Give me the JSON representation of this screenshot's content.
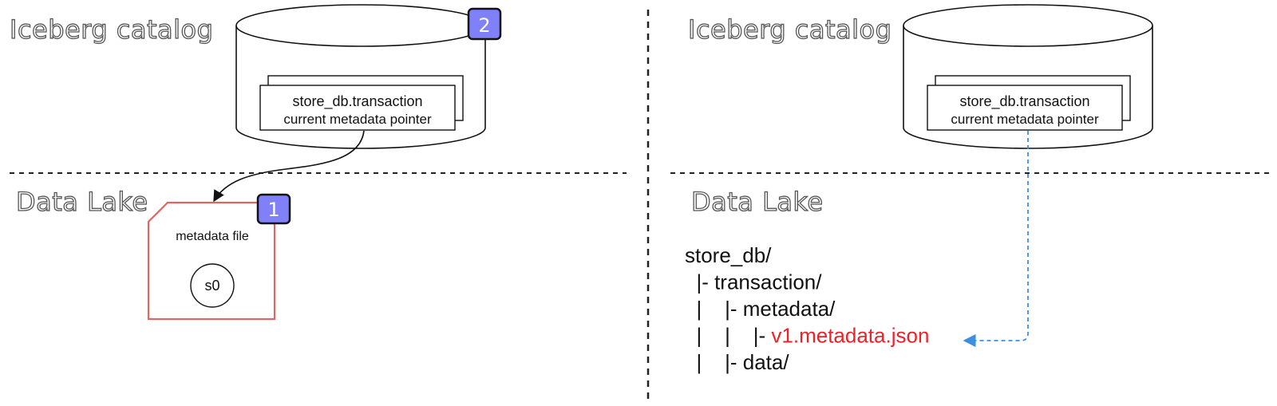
{
  "left_panel": {
    "catalog_title": "Iceberg catalog",
    "lake_title": "Data Lake",
    "table_name": "store_db.transaction",
    "pointer_label": "current metadata pointer",
    "catalog_badge": "2",
    "file_badge": "1",
    "file_label": "metadata file",
    "snapshot_label": "s0"
  },
  "right_panel": {
    "catalog_title": "Iceberg catalog",
    "lake_title": "Data Lake",
    "table_name": "store_db.transaction",
    "pointer_label": "current metadata pointer",
    "tree": [
      {
        "prefix": "store_db/",
        "name": ""
      },
      {
        "prefix": "  |- transaction/",
        "name": ""
      },
      {
        "prefix": "  |    |- metadata/",
        "name": ""
      },
      {
        "prefix": "  |    |    |- ",
        "name": "v1.metadata.json"
      },
      {
        "prefix": "  |    |- data/",
        "name": ""
      }
    ]
  },
  "colors": {
    "badge_fill": "#8080f8",
    "file_border": "#e06666",
    "highlight_text": "#e8242b",
    "pointer_arrow": "#3d8fe0"
  }
}
